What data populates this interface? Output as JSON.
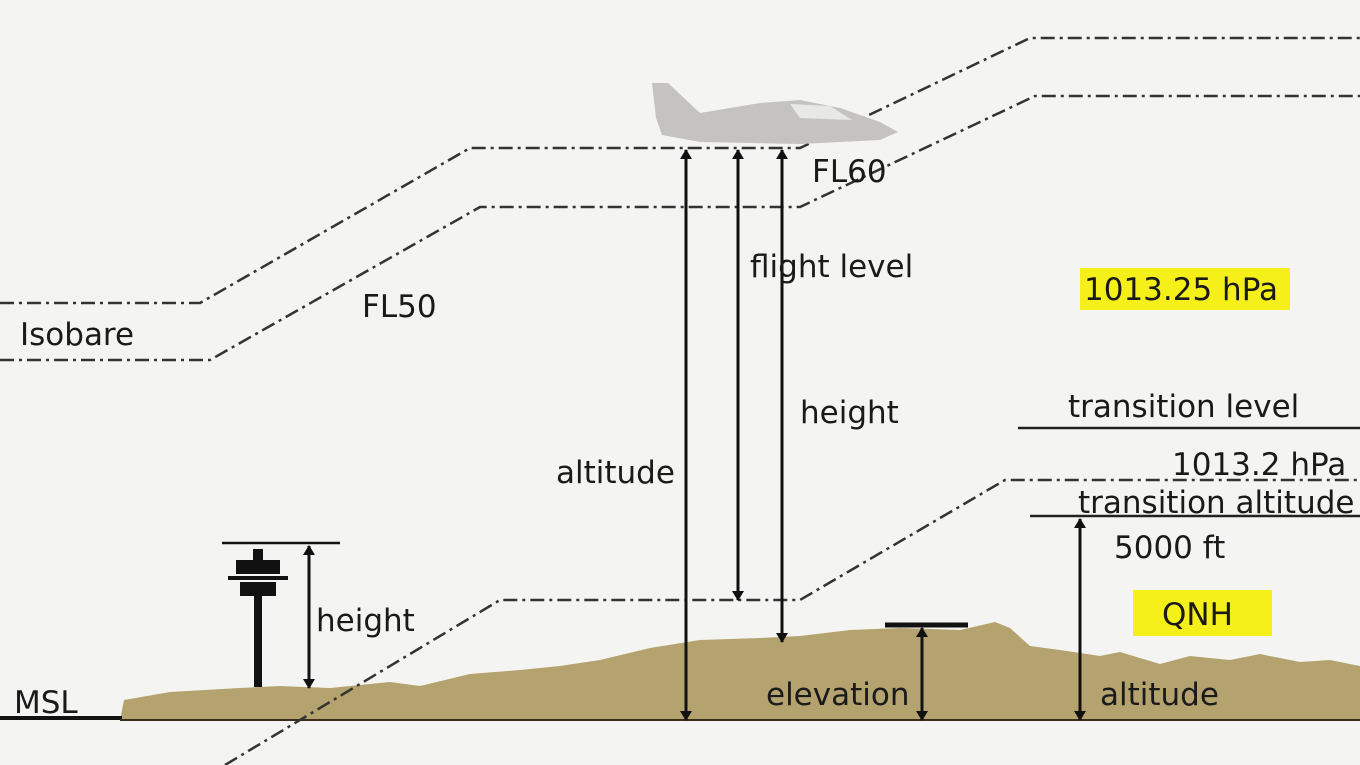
{
  "title": "Altitude, height and flight level",
  "labels": {
    "isobare": "Isobare",
    "fl50": "FL50",
    "fl60": "FL60",
    "flight_level": "flight level",
    "height_aircraft": "height",
    "altitude_aircraft": "altitude",
    "std_pressure": "1013.25 hPa",
    "transition_level": "transition level",
    "pressure_2": "1013.2 hPa",
    "transition_altitude": "transition altitude",
    "ta_value": "5000 ft",
    "qnh": "QNH",
    "height_tower": "height",
    "msl": "MSL",
    "elevation": "elevation",
    "altitude_ground": "altitude"
  },
  "colors": {
    "background": "#f4f4f2",
    "terrain": "#b5a36f",
    "highlight": "#f5ef1a",
    "aircraft": "#c4c3bf"
  }
}
